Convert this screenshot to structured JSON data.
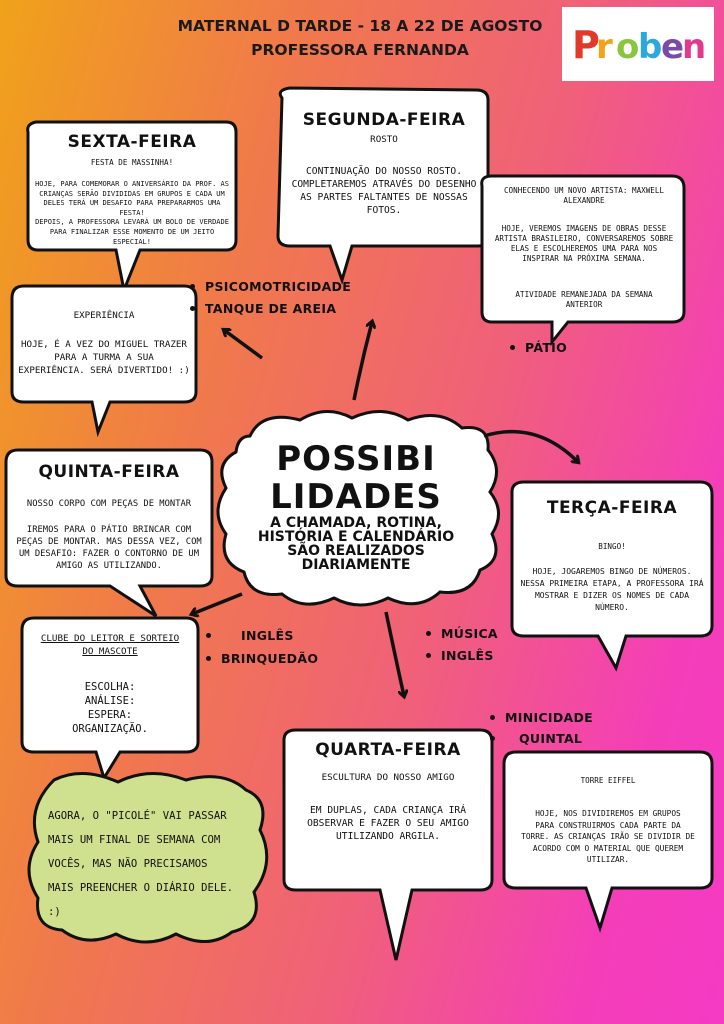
{
  "header": {
    "line1": "MATERNAL D TARDE - 18 A 22 DE AGOSTO",
    "line2": "PROFESSORA FERNANDA"
  },
  "logo": {
    "text": "Proben",
    "colors": [
      "#e23a2a",
      "#f2a31a",
      "#8bc53f",
      "#2aa9e0",
      "#7a4aa8",
      "#e23a8a"
    ]
  },
  "center": {
    "title1": "POSSIBI",
    "title2": "LIDADES",
    "subtitle": [
      "A CHAMADA, ROTINA,",
      "HISTÓRIA E CALENDÁRIO",
      "SÃO REALIZADOS",
      "DIARIAMENTE"
    ]
  },
  "sexta": {
    "title": "SEXTA-FEIRA",
    "subtitle": "FESTA DE MASSINHA!",
    "body": [
      "HOJE, PARA COMEMORAR O ANIVERSÁRIO DA PROF. AS",
      "CRIANÇAS SERÃO DIVIDIDAS EM GRUPOS E CADA UM",
      "DELES TERÁ UM DESAFIO PARA PREPARARMOS UMA FESTA!",
      "DEPOIS, A PROFESSORA LEVARÁ UM BOLO DE VERDADE",
      "PARA FINALIZAR ESSE MOMENTO DE UM JEITO ESPECIAL!"
    ]
  },
  "segunda": {
    "title": "SEGUNDA-FEIRA",
    "subtitle": "ROSTO",
    "body": [
      "CONTINUAÇÃO DO NOSSO ROSTO.",
      "COMPLETAREMOS ATRAVÉS DO DESENHO",
      "AS PARTES FALTANTES DE NOSSAS",
      "FOTOS."
    ]
  },
  "artista": {
    "line1": [
      "CONHECENDO UM NOVO ARTISTA: MAXWELL",
      "ALEXANDRE"
    ],
    "body": [
      "HOJE, VEREMOS IMAGENS DE OBRAS DESSE",
      "ARTISTA BRASILEIRO, CONVERSAREMOS SOBRE",
      "ELAS E ESCOLHEREMOS UMA PARA NOS",
      "INSPIRAR NA PRÓXIMA SEMANA."
    ],
    "note": [
      "ATIVIDADE REMANEJADA DA SEMANA",
      "ANTERIOR"
    ]
  },
  "experiencia": {
    "title": "EXPERIÊNCIA",
    "body": [
      "HOJE, É A VEZ DO MIGUEL TRAZER",
      "PARA A TURMA A SUA",
      "EXPERIÊNCIA. SERÁ DIVERTIDO! :)"
    ]
  },
  "quinta": {
    "title": "QUINTA-FEIRA",
    "subtitle": "NOSSO CORPO COM PEÇAS DE MONTAR",
    "body": [
      "IREMOS PARA O PÁTIO BRINCAR COM",
      "PEÇAS DE MONTAR. MAS DESSA VEZ, COM",
      "UM DESAFIO: FAZER O CONTORNO DE UM",
      "AMIGO AS UTILIZANDO."
    ]
  },
  "clube": {
    "title": [
      "CLUBE DO LEITOR E SORTEIO",
      "DO MASCOTE"
    ],
    "body": [
      "ESCOLHA:",
      "ANÁLISE:",
      "ESPERA:",
      "ORGANIZAÇÃO."
    ]
  },
  "terca": {
    "title": "TERÇA-FEIRA",
    "subtitle": "BINGO!",
    "body": [
      "HOJE, JOGAREMOS BINGO DE NÚMEROS.",
      "NESSA PRIMEIRA ETAPA, A PROFESSORA IRÁ",
      "MOSTRAR E DIZER OS NOMES DE CADA",
      "NÚMERO."
    ]
  },
  "quarta": {
    "title": "QUARTA-FEIRA",
    "subtitle": "ESCULTURA DO NOSSO AMIGO",
    "body": [
      "EM DUPLAS, CADA CRIANÇA IRÁ",
      "OBSERVAR E FAZER O SEU AMIGO",
      "UTILIZANDO ARGILA."
    ]
  },
  "torre": {
    "title": "TORRE EIFFEL",
    "body": [
      "HOJE, NOS DIVIDIREMOS EM  GRUPOS",
      "PARA CONSTRUIRMOS CADA PARTE DA",
      "TORRE. AS CRIANÇAS IRÃO SE DIVIDIR DE",
      "ACORDO COM O MATERIAL QUE QUEREM",
      "UTILIZAR."
    ]
  },
  "picole": {
    "body": [
      "AGORA, O \"PICOLÉ\" VAI PASSAR",
      "MAIS UM FINAL DE SEMANA COM",
      "VOCÊS, MAS NÃO PRECISAMOS",
      "MAIS PREENCHER O DIÁRIO DELE.",
      ":)"
    ]
  },
  "bullets": {
    "sexta": [
      "PSICOMOTRICIDADE",
      "TANQUE DE AREIA"
    ],
    "segunda": [
      "PÁTIO"
    ],
    "quinta": [
      "INGLÊS",
      "BRINQUEDÃO"
    ],
    "terca": [
      "MÚSICA",
      "INGLÊS"
    ],
    "quarta": [
      "MINICIDADE",
      "QUINTAL"
    ]
  }
}
